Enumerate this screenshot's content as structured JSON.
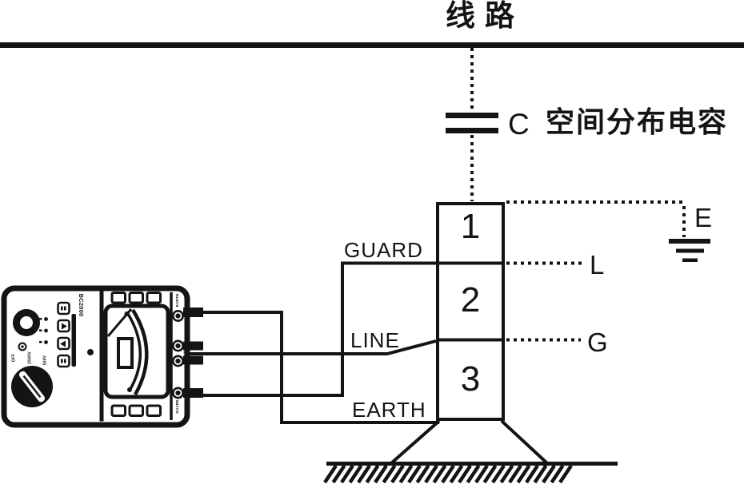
{
  "power_line": {
    "label": "线路"
  },
  "capacitor": {
    "symbol": "C",
    "label": "空间分布电容"
  },
  "insulator": {
    "units": [
      "1",
      "2",
      "3"
    ]
  },
  "nodes": {
    "earth": "E",
    "line": "L",
    "guard": "G"
  },
  "wire_labels": {
    "guard": "GUARD",
    "line": "LINE",
    "earth": "EARTH"
  },
  "instrument": {
    "model": "BC2000",
    "terminal_labels": {
      "earth": "EARTH",
      "line": "LINE",
      "guard": "GUARD"
    },
    "switch_ranges": {
      "off": "OFF",
      "r2500": "2500V",
      "r500": "500V"
    }
  },
  "colors": {
    "ink": "#141414",
    "background": "#ffffff"
  }
}
